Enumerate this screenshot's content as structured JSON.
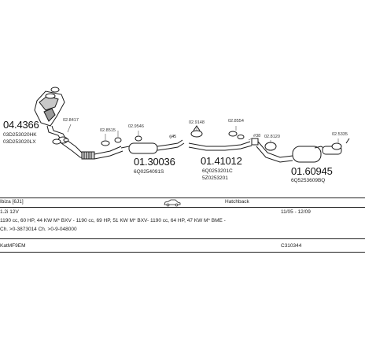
{
  "parts": {
    "p044366": {
      "number": "04.4366",
      "codes": [
        "03D253020HK",
        "03D253020LX"
      ]
    },
    "p028417": {
      "number": "02.8417"
    },
    "p028515": {
      "number": "02.8515"
    },
    "p029546": {
      "number": "02.9546"
    },
    "p013003": {
      "number": "01.30036",
      "code": "6Q0254091S"
    },
    "p45": {
      "number": "45"
    },
    "p029148": {
      "number": "02.9148"
    },
    "p028554": {
      "number": "02.8554"
    },
    "p014101": {
      "number": "01.41012",
      "codes": [
        "6Q0253201C",
        "5Z0253201"
      ]
    },
    "p38": {
      "number": "38"
    },
    "p028120": {
      "number": "02.8120"
    },
    "p025335": {
      "number": "02.5335"
    },
    "p016094": {
      "number": "01.60945",
      "code": "6Q5253609BQ"
    }
  },
  "info": {
    "model": "Ibiza [6J1]",
    "body": "Hatchback",
    "engine": "1.2i 12V",
    "years": "11/05 - 12/09",
    "engine_codes": "1190 cc, 60 HP, 44 KW M* BXV - 1190 cc, 69 HP, 51 KW M* BXV- 1190 cc, 64 HP, 47 KW M* BME -",
    "chassis": "Ch. >0-3873014 Ch. >0-9-048000",
    "catalyst": "KatMF9EM",
    "ref": "C310344"
  },
  "colors": {
    "line": "#1a1a1a",
    "pipe_fill": "#ffffff",
    "shade": "#7a7a7a"
  },
  "icons": {
    "car": "car-icon"
  }
}
